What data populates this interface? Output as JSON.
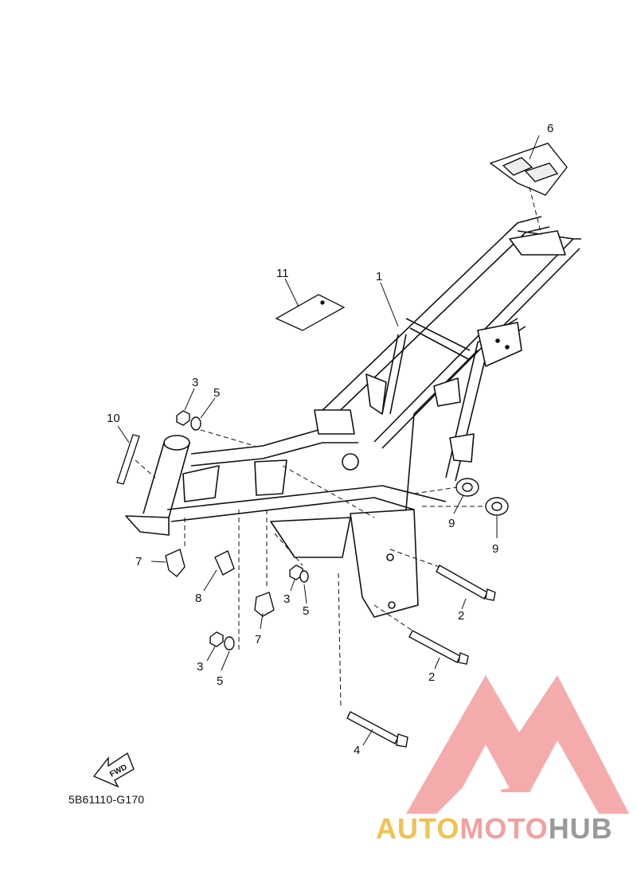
{
  "diagram_code": "5B61110-G170",
  "fwd_label": "FWD",
  "watermark": {
    "part1": "AUTO",
    "part2": "MOTO",
    "part3": "HUB",
    "color_primary": "#f2a0a0",
    "color_secondary": "#f2c14e",
    "color_tertiary": "#9a9a9a"
  },
  "callouts": {
    "c1": "1",
    "c2a": "2",
    "c2b": "2",
    "c3a": "3",
    "c3b": "3",
    "c3c": "3",
    "c4": "4",
    "c5a": "5",
    "c5b": "5",
    "c5c": "5",
    "c6": "6",
    "c7a": "7",
    "c7b": "7",
    "c8": "8",
    "c9a": "9",
    "c9b": "9",
    "c10": "10",
    "c11": "11"
  }
}
